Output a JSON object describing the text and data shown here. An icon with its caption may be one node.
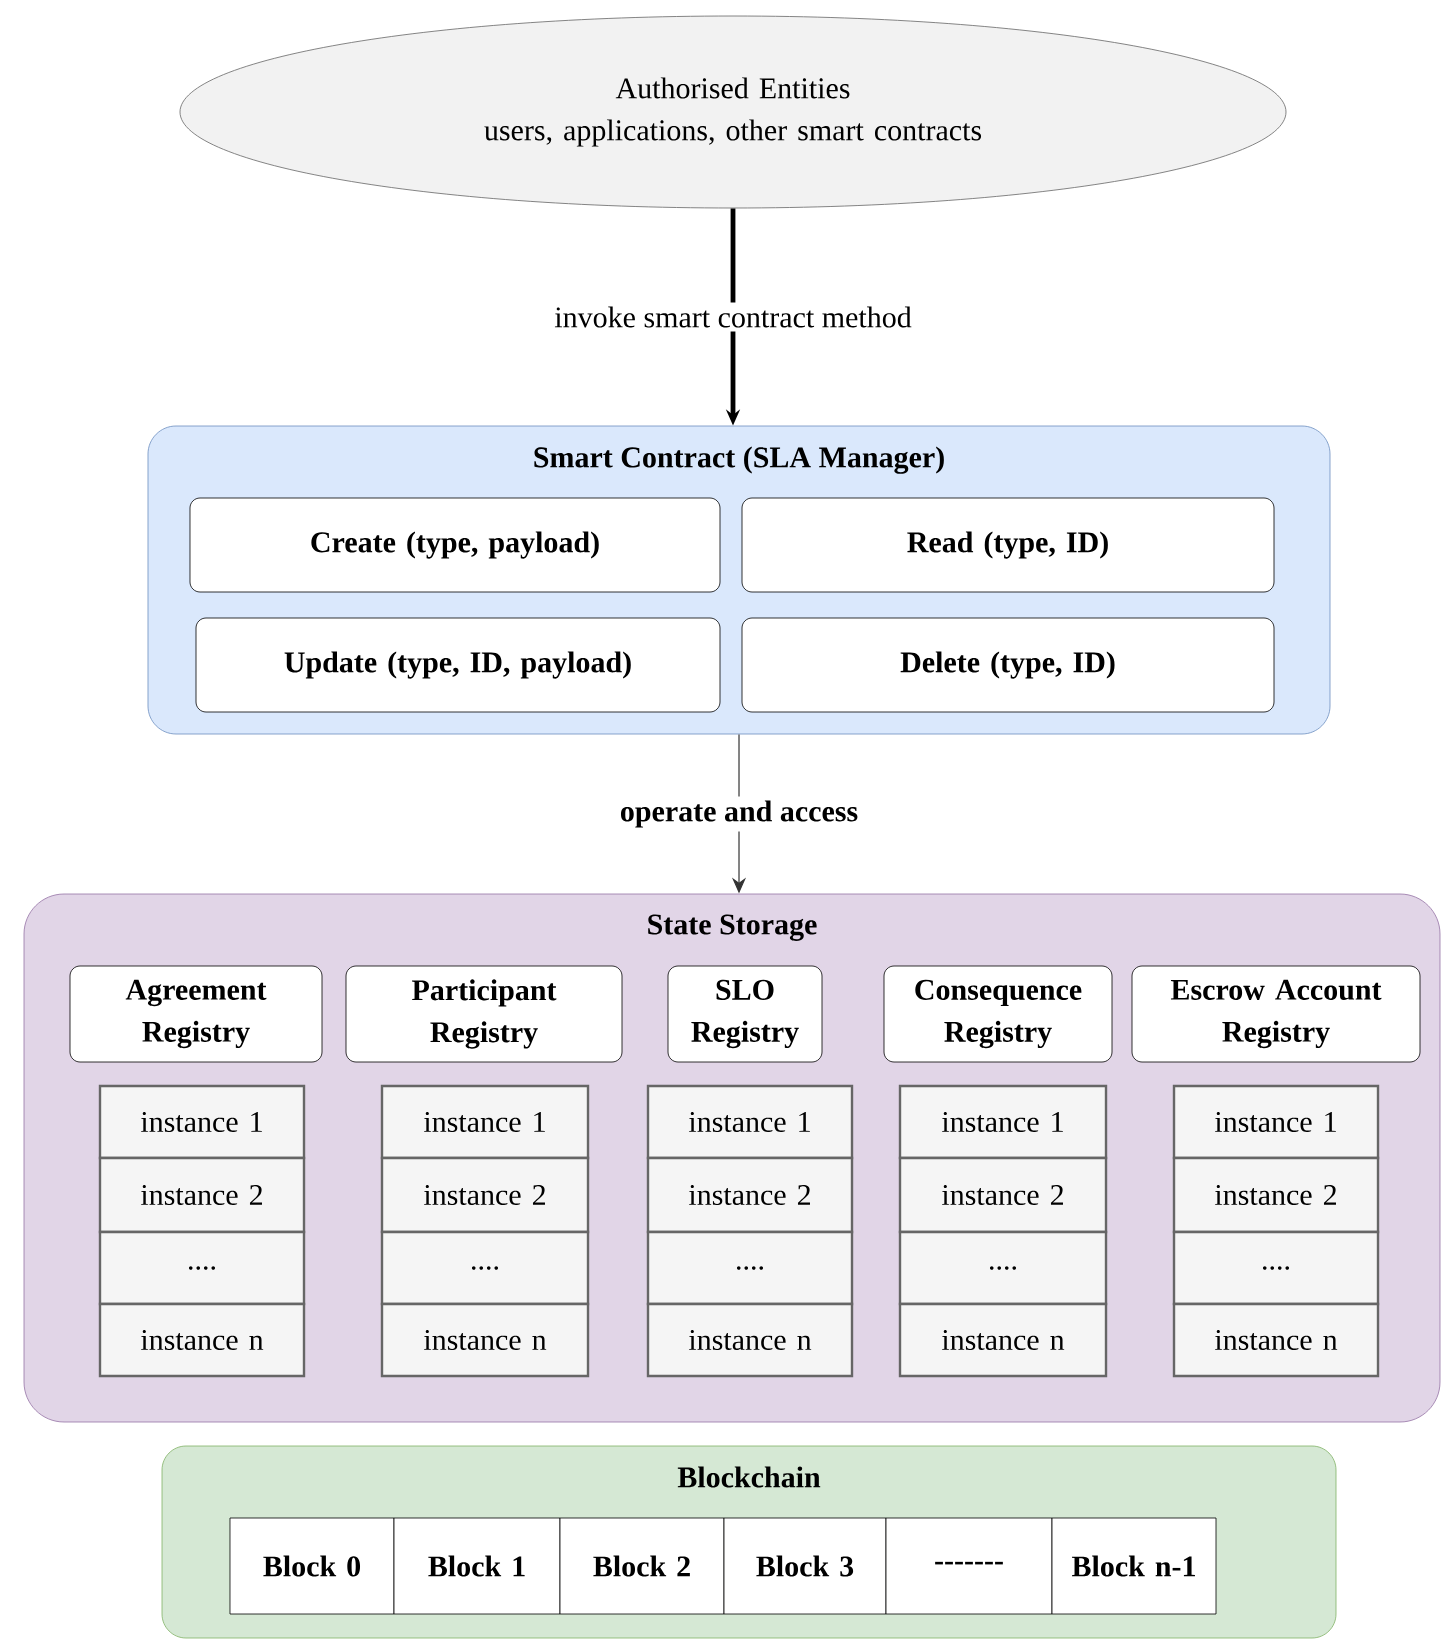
{
  "diagram": {
    "nodes": [
      {
        "text": [
          "Authorised Entities",
          "users, applications, other smart contracts"
        ]
      },
      {
        "text": [
          "Smart Contract (SLA Manager)"
        ]
      },
      {
        "text": [
          "Create (type, payload)"
        ],
        "in": 1
      },
      {
        "text": [
          "Read (type, ID)"
        ],
        "in": 1
      },
      {
        "text": [
          "Update (type, ID, payload)"
        ],
        "in": 1
      },
      {
        "text": [
          "Delete (type, ID)"
        ],
        "in": 1
      },
      {
        "text": [
          "State Storage"
        ]
      },
      {
        "text": [
          "Agreement Registry"
        ],
        "in": 6
      },
      {
        "text": [
          "instance 1"
        ],
        "in": 6
      },
      {
        "text": [
          "instance 2"
        ],
        "in": 6
      },
      {
        "text": [
          "...."
        ],
        "in": 6
      },
      {
        "text": [
          "instance n"
        ],
        "in": 6
      },
      {
        "text": [
          "Participant Registry"
        ],
        "in": 6
      },
      {
        "text": [
          "instance 1"
        ],
        "in": 6
      },
      {
        "text": [
          "instance 2"
        ],
        "in": 6
      },
      {
        "text": [
          "...."
        ],
        "in": 6
      },
      {
        "text": [
          "instance n"
        ],
        "in": 6
      },
      {
        "text": [
          "SLO Registry"
        ],
        "in": 6
      },
      {
        "text": [
          "instance 1"
        ],
        "in": 6
      },
      {
        "text": [
          "instance 2"
        ],
        "in": 6
      },
      {
        "text": [
          "...."
        ],
        "in": 6
      },
      {
        "text": [
          "instance n"
        ],
        "in": 6
      },
      {
        "text": [
          "Consequence Registry"
        ],
        "in": 6
      },
      {
        "text": [
          "instance 1"
        ],
        "in": 6
      },
      {
        "text": [
          "instance 2"
        ],
        "in": 6
      },
      {
        "text": [
          "...."
        ],
        "in": 6
      },
      {
        "text": [
          "instance n"
        ],
        "in": 6
      },
      {
        "text": [
          "Escrow Account Registry"
        ],
        "in": 6
      },
      {
        "text": [
          "instance 1"
        ],
        "in": 6
      },
      {
        "text": [
          "instance 2"
        ],
        "in": 6
      },
      {
        "text": [
          "...."
        ],
        "in": 6
      },
      {
        "text": [
          "instance n"
        ],
        "in": 6
      },
      {
        "text": [
          "Blockchain"
        ]
      },
      {
        "text": [
          "Block 0"
        ],
        "in": 32
      },
      {
        "text": [
          "Block 1"
        ],
        "in": 32
      },
      {
        "text": [
          "Block 2"
        ],
        "in": 32
      },
      {
        "text": [
          "Block 3"
        ],
        "in": 32
      },
      {
        "text": [
          "-------"
        ],
        "in": 32
      },
      {
        "text": [
          "Block n-1"
        ],
        "in": 32
      }
    ],
    "edges": [
      {
        "from": 0,
        "to": 1,
        "arrow": "to",
        "label": "invoke smart contract method",
        "style": "thick"
      },
      {
        "from": 1,
        "to": 6,
        "arrow": "to",
        "label": "operate and access"
      }
    ]
  }
}
